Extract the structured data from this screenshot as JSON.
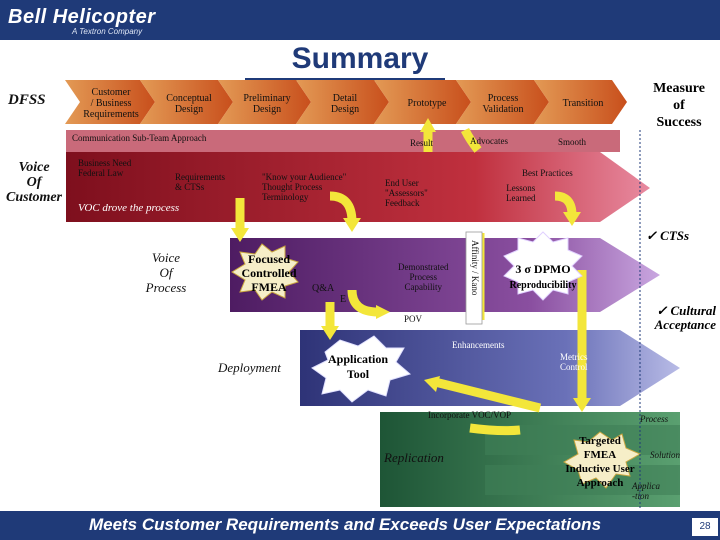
{
  "header": {
    "logo": "Bell Helicopter",
    "logo_sub": "A Textron Company"
  },
  "title": "Summary",
  "left_labels": {
    "dfss": "DFSS",
    "voice_customer": "Voice\nOf\nCustomer",
    "voice_process": "Voice\nOf\nProcess",
    "deployment": "Deployment",
    "replication": "Replication"
  },
  "measure": "Measure\nof\nSuccess",
  "phases": [
    "Customer\n/ Business\nRequirements",
    "Conceptual\nDesign",
    "Preliminary\nDesign",
    "Detail\nDesign",
    "Prototype",
    "Process\nValidation",
    "Transition"
  ],
  "band1": {
    "top_left": "Communication Sub-Team Approach",
    "result": "Result",
    "advocates": "Advocates",
    "smooth": "Smooth",
    "business_need": "Business Need\nFederal Law",
    "requirements": "Requirements\n& CTSs",
    "know_audience": "\"Know your Audience\"\nThought Process\nTerminology",
    "end_user": "End User\n\"Assessors\"\nFeedback",
    "best_practices": "Best Practices",
    "lessons": "Lessons\nLearned",
    "voc": "VOC drove the process"
  },
  "band2": {
    "fmea_star": "Focused\nControlled\nFMEA",
    "qa": "Q&A",
    "e": "E",
    "demonstrated": "Demonstrated\nProcess\nCapability",
    "affinity": "Affinity / Kano",
    "dpmo": "3 σ DPMO",
    "reproducibility": "Reproducibility",
    "pov": "POV"
  },
  "band3": {
    "app_tool": "Application\nTool",
    "enhancements": "Enhancements",
    "metrics": "Metrics\nControl",
    "incorporate": "Incorporate VOC/VOP"
  },
  "band4": {
    "targeted": "Targeted\nFMEA\nInductive User\nApproach",
    "process": "Process",
    "solution": "Solution",
    "application": "Applica\n-tion"
  },
  "checks": {
    "ctss": "✓ CTSs",
    "cultural": "✓ Cultural\nAcceptance"
  },
  "footer": "Meets Customer Requirements and Exceeds User Expectations",
  "page_number": "28",
  "colors": {
    "navy": "#1f3a78",
    "band1": "#b01a2c",
    "band2": "#6a2a7a",
    "band3": "#4a4f9a",
    "band4": "#2f6e45",
    "arrow": "#f3e63a",
    "phase": "#d7672c"
  }
}
